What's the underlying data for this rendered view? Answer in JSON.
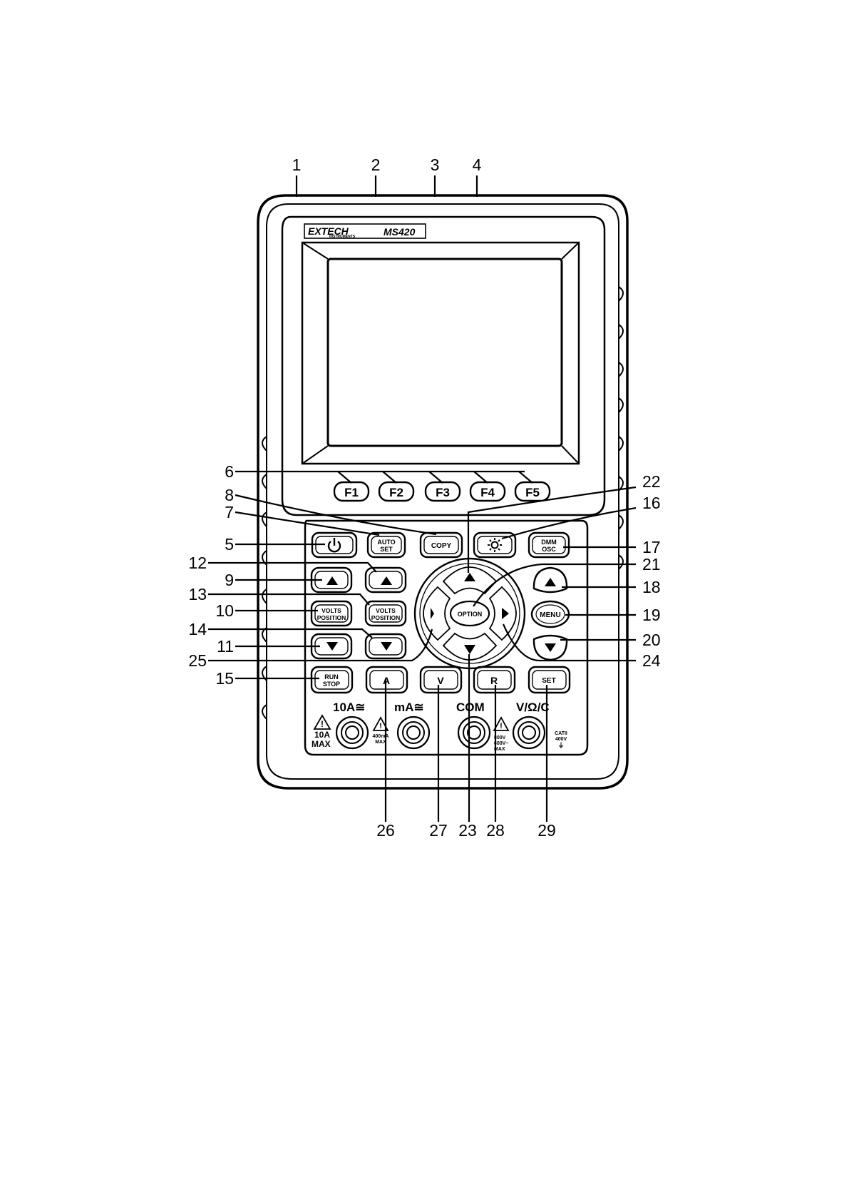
{
  "brand": {
    "logo": "EXTECH",
    "sub": "INSTRUMENTS",
    "model": "MS420"
  },
  "buttons": {
    "f1": "F1",
    "f2": "F2",
    "f3": "F3",
    "f4": "F4",
    "f5": "F5",
    "power_icon": "power-icon",
    "autoset_1": "AUTO",
    "autoset_2": "SET",
    "copy": "COPY",
    "backlight_icon": "sun-icon",
    "dmm_1": "DMM",
    "dmm_2": "OSC",
    "volts_a_1": "VOLTS",
    "volts_a_2": "POSITION",
    "volts_b_1": "VOLTS",
    "volts_b_2": "POSITION",
    "option": "OPTION",
    "menu": "MENU",
    "run_1": "RUN",
    "run_2": "STOP",
    "a": "A",
    "v": "V",
    "r": "R",
    "set": "SET"
  },
  "jacks": {
    "j10a": "10A≅",
    "jma": "mA≅",
    "com": "COM",
    "vohm": "V/Ω/C",
    "w10a_1": "10A",
    "w10a_2": "MAX",
    "w400_1": "400mA",
    "w400_2": "MAX",
    "w800_1": "800V",
    "w800_2": "600V~",
    "w800_3": "MAX",
    "cat_1": "CATII",
    "cat_2": "400V",
    "cat_3": "⏚"
  },
  "callouts": [
    "1",
    "2",
    "3",
    "4",
    "5",
    "6",
    "7",
    "8",
    "9",
    "10",
    "11",
    "12",
    "13",
    "14",
    "15",
    "16",
    "17",
    "18",
    "19",
    "20",
    "21",
    "22",
    "23",
    "24",
    "25",
    "26",
    "27",
    "28",
    "29"
  ]
}
